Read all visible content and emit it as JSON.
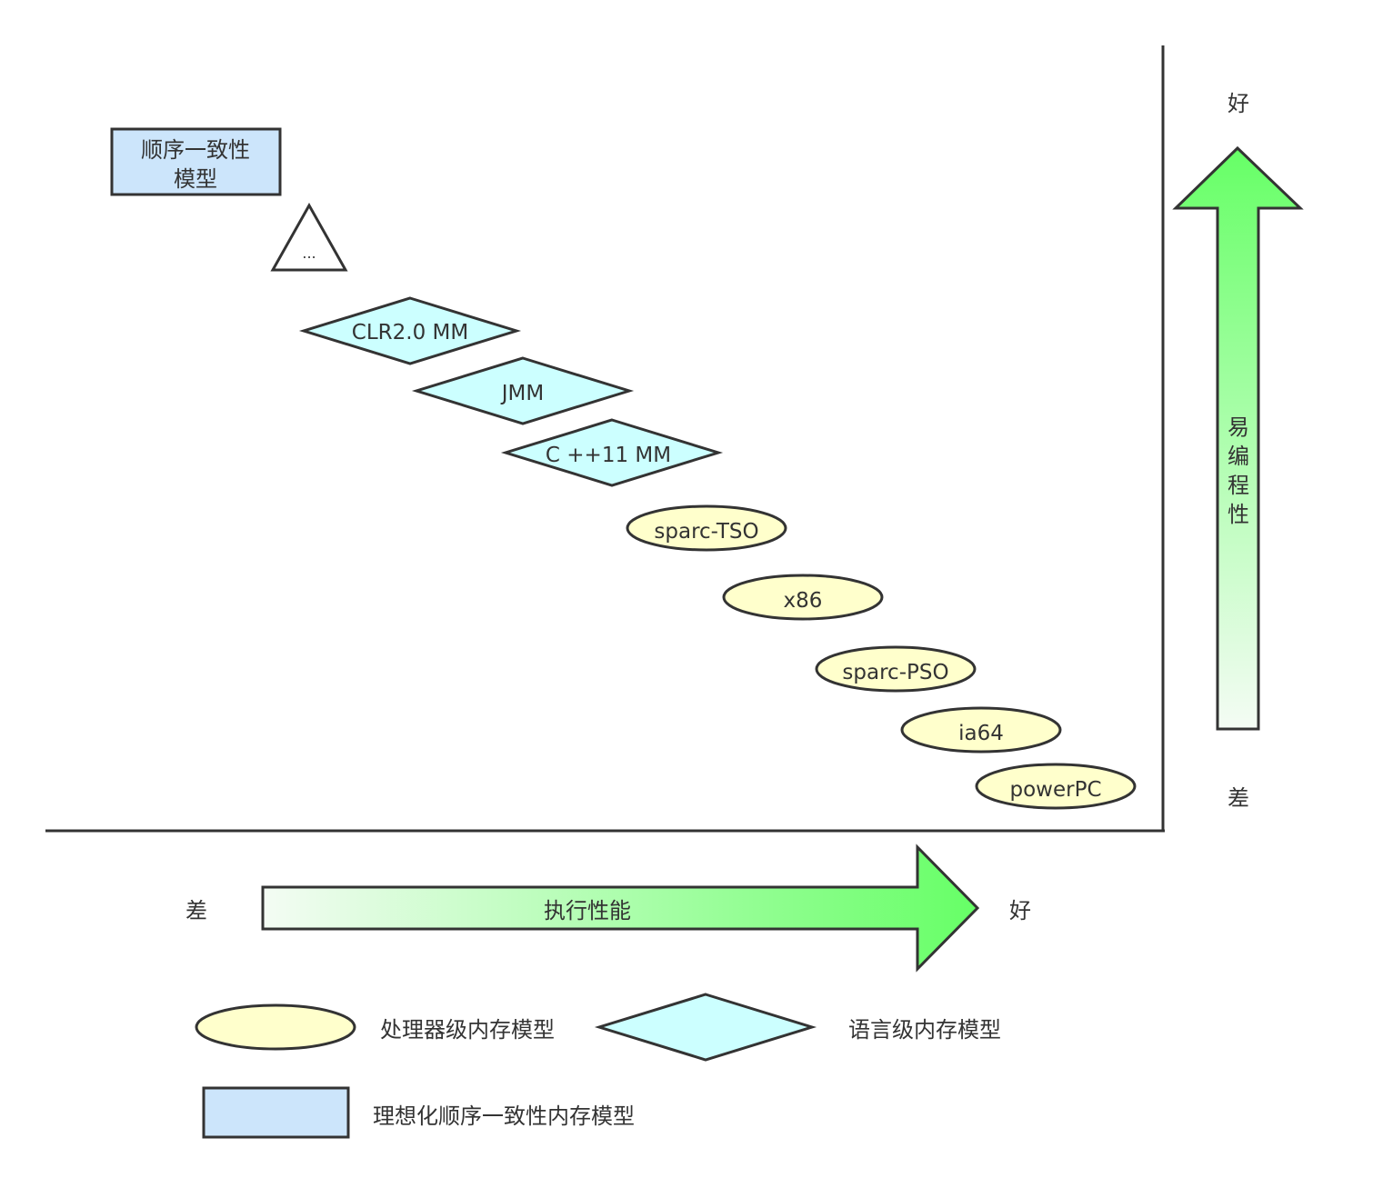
{
  "ideal_model": {
    "line1": "顺序一致性",
    "line2": "模型",
    "color": "#cce5fb"
  },
  "ellipsis_triangle": {
    "label": "..."
  },
  "language_models": [
    {
      "label": "CLR2.0 MM"
    },
    {
      "label": "JMM"
    },
    {
      "label": "C ++11 MM"
    }
  ],
  "processor_models": [
    {
      "label": "sparc-TSO"
    },
    {
      "label": "x86"
    },
    {
      "label": "sparc-PSO"
    },
    {
      "label": "ia64"
    },
    {
      "label": "powerPC"
    }
  ],
  "vertical_arrow": {
    "label": [
      "易",
      "编",
      "程",
      "性"
    ],
    "top_word": "好",
    "bottom_word": "差"
  },
  "horizontal_arrow": {
    "label": "执行性能",
    "left_word": "差",
    "right_word": "好"
  },
  "legend": {
    "processor_label": "处理器级内存模型",
    "language_label": "语言级内存模型",
    "ideal_label": "理想化顺序一致性内存模型"
  },
  "colors": {
    "language_fill": "#ccffff",
    "processor_fill": "#ffffcc",
    "ideal_fill": "#cce5fb",
    "arrow_green": "#66ff66",
    "stroke": "#333333"
  }
}
